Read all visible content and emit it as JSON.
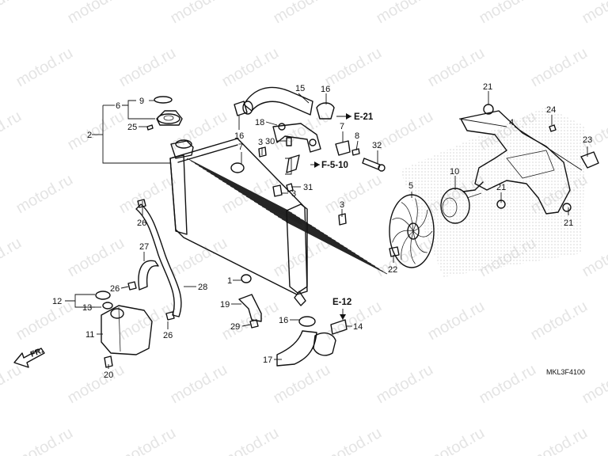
{
  "watermark": "motod.ru",
  "drawing_code": "MKL3F4100",
  "front_label": "FR.",
  "refs": {
    "e21": "E-21",
    "f510": "F-5-10",
    "e12": "E-12"
  },
  "callouts": [
    {
      "id": "c1",
      "text": "1"
    },
    {
      "id": "c2",
      "text": "2"
    },
    {
      "id": "c3a",
      "text": "3"
    },
    {
      "id": "c3b",
      "text": "3"
    },
    {
      "id": "c3c",
      "text": "3"
    },
    {
      "id": "c4",
      "text": "4"
    },
    {
      "id": "c5",
      "text": "5"
    },
    {
      "id": "c6",
      "text": "6"
    },
    {
      "id": "c7a",
      "text": "7"
    },
    {
      "id": "c7b",
      "text": "7"
    },
    {
      "id": "c8",
      "text": "8"
    },
    {
      "id": "c9",
      "text": "9"
    },
    {
      "id": "c10",
      "text": "10"
    },
    {
      "id": "c11",
      "text": "11"
    },
    {
      "id": "c12",
      "text": "12"
    },
    {
      "id": "c13",
      "text": "13"
    },
    {
      "id": "c14",
      "text": "14"
    },
    {
      "id": "c15",
      "text": "15"
    },
    {
      "id": "c16a",
      "text": "16"
    },
    {
      "id": "c16b",
      "text": "16"
    },
    {
      "id": "c16c",
      "text": "16"
    },
    {
      "id": "c17",
      "text": "17"
    },
    {
      "id": "c18",
      "text": "18"
    },
    {
      "id": "c19",
      "text": "19"
    },
    {
      "id": "c20",
      "text": "20"
    },
    {
      "id": "c21a",
      "text": "21"
    },
    {
      "id": "c21b",
      "text": "21"
    },
    {
      "id": "c21c",
      "text": "21"
    },
    {
      "id": "c22",
      "text": "22"
    },
    {
      "id": "c23",
      "text": "23"
    },
    {
      "id": "c24",
      "text": "24"
    },
    {
      "id": "c25",
      "text": "25"
    },
    {
      "id": "c26a",
      "text": "26"
    },
    {
      "id": "c26b",
      "text": "26"
    },
    {
      "id": "c26c",
      "text": "26"
    },
    {
      "id": "c27",
      "text": "27"
    },
    {
      "id": "c28",
      "text": "28"
    },
    {
      "id": "c29",
      "text": "29"
    },
    {
      "id": "c30",
      "text": "30"
    },
    {
      "id": "c31",
      "text": "31"
    },
    {
      "id": "c32",
      "text": "32"
    }
  ]
}
